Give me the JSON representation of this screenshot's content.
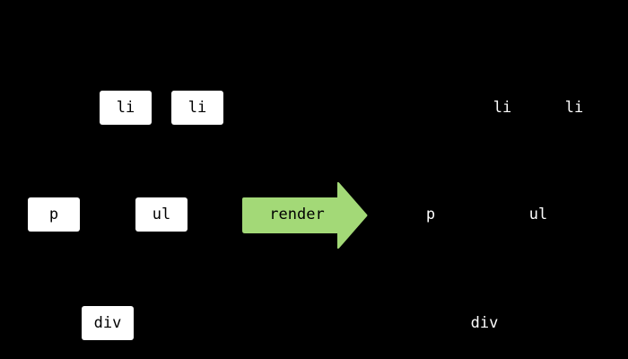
{
  "colors": {
    "background": "#000000",
    "box_fill": "#ffffff",
    "box_text": "#000000",
    "arrow_fill": "#a3d977",
    "rendered_text": "#ffffff"
  },
  "source_tree": {
    "li_1": "li",
    "li_2": "li",
    "p": "p",
    "ul": "ul",
    "div": "div"
  },
  "arrow": {
    "label": "render",
    "icon": "right-arrow-icon"
  },
  "rendered_tree": {
    "li_1": "li",
    "li_2": "li",
    "p": "p",
    "ul": "ul",
    "div": "div"
  }
}
